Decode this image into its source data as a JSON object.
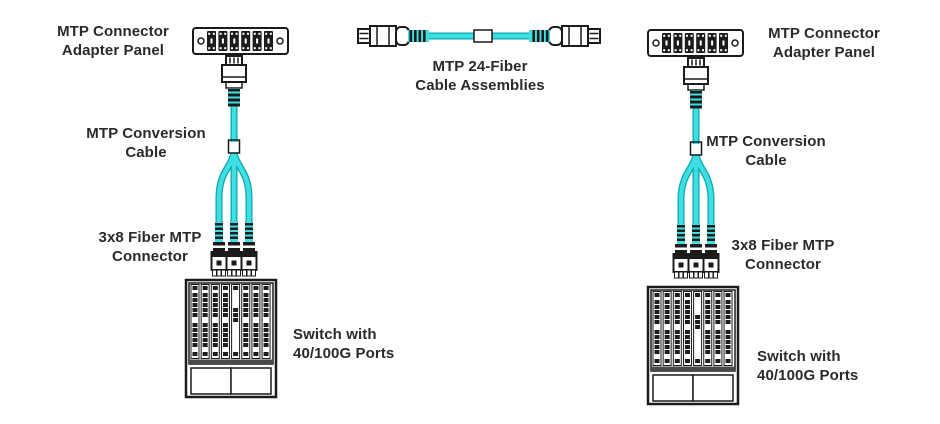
{
  "diagram": {
    "colors": {
      "aqua": "#3edfe3",
      "aqua_dark": "#0aa6ad",
      "ink": "#1b1b1b",
      "text": "#2a2a2a"
    },
    "left": {
      "adapter_panel_label": "MTP Connector\nAdapter Panel",
      "conversion_cable_label": "MTP Conversion\nCable",
      "mtp_connector_label": "3x8 Fiber MTP\nConnector",
      "switch_label": "Switch with\n40/100G Ports"
    },
    "center": {
      "cable_assembly_label": "MTP 24-Fiber\nCable Assemblies"
    },
    "right": {
      "adapter_panel_label": "MTP Connector\nAdapter Panel",
      "conversion_cable_label": "MTP Conversion\nCable",
      "mtp_connector_label": "3x8 Fiber MTP\nConnector",
      "switch_label": "Switch with\n40/100G Ports"
    }
  }
}
